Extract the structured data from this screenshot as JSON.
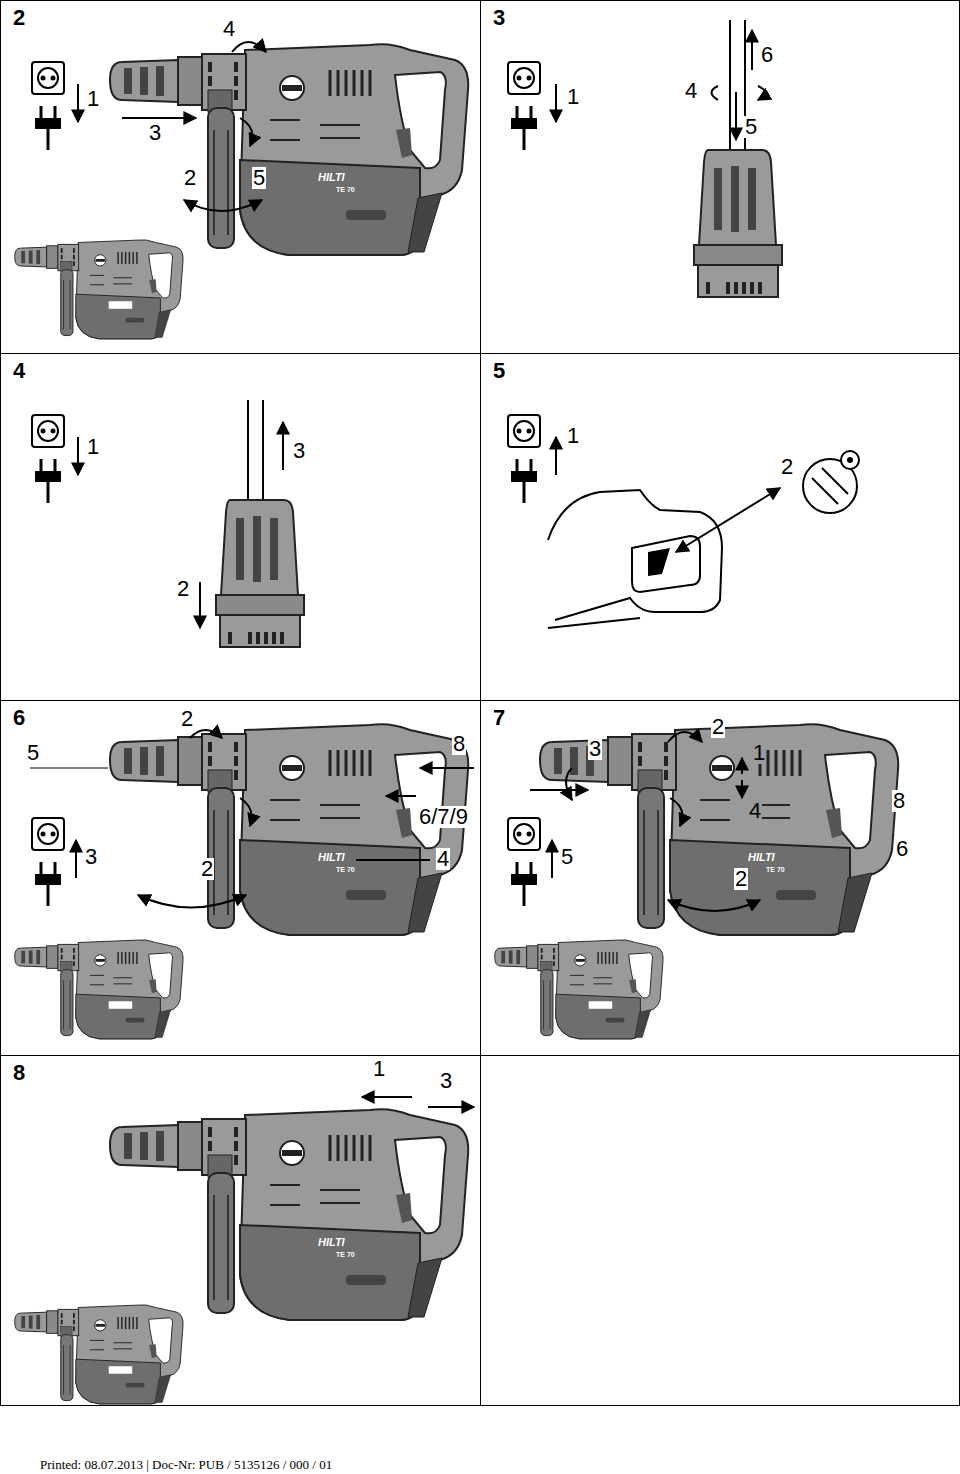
{
  "diagram": {
    "nodes": [
      {
        "text": [
          "2"
        ]
      },
      {
        "text": [
          "3"
        ]
      },
      {
        "text": [
          "4"
        ]
      },
      {
        "text": [
          "5"
        ]
      },
      {
        "text": [
          "6"
        ]
      },
      {
        "text": [
          "7"
        ]
      },
      {
        "text": [
          "8"
        ]
      }
    ],
    "labels": [
      "1",
      "4",
      "3",
      "2",
      "5",
      "HILTI",
      "TE 70",
      "1",
      "6",
      "4",
      "5",
      "1",
      "3",
      "2",
      "1",
      "2",
      "5",
      "2",
      "8",
      "6/7/9",
      "3",
      "2",
      "4",
      "HILTI",
      "TE 70",
      "3",
      "2",
      "1",
      "8",
      "4",
      "6",
      "5",
      "2",
      "HILTI",
      "TE 70",
      "1",
      "3",
      "HILTI",
      "TE 70",
      "Printed: 08.07.2013 | Doc-Nr: PUB / 5135126 / 000 / 01"
    ]
  }
}
